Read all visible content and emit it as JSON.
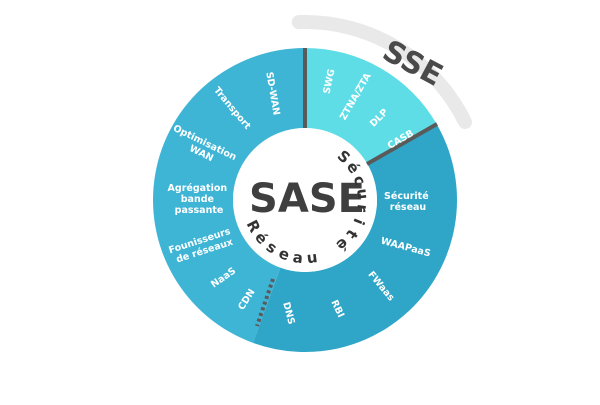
{
  "center": {
    "title": "SASE"
  },
  "sse": {
    "title": "SSE"
  },
  "ring_words": {
    "reseau": "Réseau",
    "securite": "Sécurité"
  },
  "segments": {
    "sd_wan": "SD-WAN",
    "transport": "Transport",
    "optimisation_wan": [
      "Optimisation",
      "WAN"
    ],
    "agregation": [
      "Agrégation",
      "bande",
      "passante"
    ],
    "fournisseurs": [
      "Founisseurs",
      "de réseaux"
    ],
    "naas": "NaaS",
    "cdn": "CDN",
    "dns": "DNS",
    "rbi": "RBI",
    "fwaas": "FWaas",
    "waapaas": "WAAPaaS",
    "securite_reseau": [
      "Sécurité",
      "réseau"
    ],
    "swg": "SWG",
    "ztna": "ZTNA/ZTA",
    "dlp": "DLP",
    "casb": "CASB"
  },
  "colors": {
    "network": "#3fb5d6",
    "security": "#2fa6c8",
    "sse_wedge": "#5fdde6",
    "sse_arc": "#e9e9e9",
    "divider": "#5a5a5a",
    "inner": "#ffffff"
  }
}
